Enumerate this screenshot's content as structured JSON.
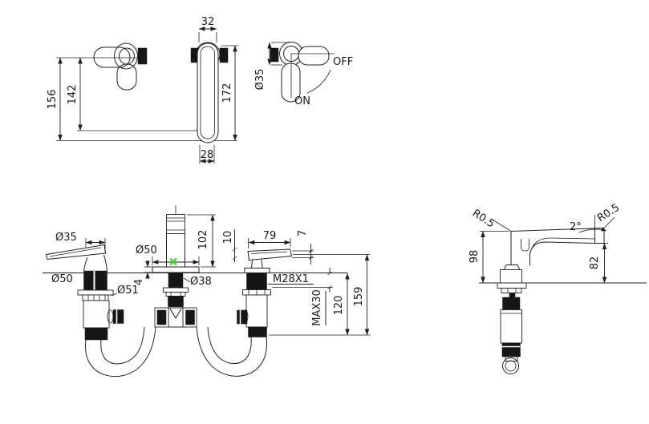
{
  "colors": {
    "line": "#1f1f1f",
    "background": "#ffffff"
  },
  "annotations": {
    "marker_color": "#3ed33e",
    "marker_shape": "x-mark"
  },
  "views": {
    "handle_front": {
      "dim_height_total": "156",
      "dim_height_inner": "142"
    },
    "handle_side": {
      "dim_width_top": "32",
      "dim_height": "172",
      "dim_width_bottom": "28"
    },
    "handle_rotation": {
      "dim_diameter": "Ø35",
      "label_off": "OFF",
      "label_on": "ON"
    },
    "mixer_front": {
      "dim_handle_diameter": "Ø35",
      "dim_handle_body_diameter": "Ø50",
      "dim_plate_diameter": "Ø50",
      "dim_flange_diameter": "Ø51",
      "dim_shank_diameter": "Ø38",
      "dim_plate_thickness": "4",
      "dim_spout_height": "102",
      "dim_lever_height_rear": "10",
      "dim_lever_length": "79",
      "dim_lever_height_tip": "7",
      "label_thread": "M28X1",
      "dim_max_deck": "MAX30",
      "dim_height_120": "120",
      "dim_height_159": "159"
    },
    "spout_side": {
      "dim_radius_left": "R0.5",
      "dim_angle": "2°",
      "dim_radius_right": "R0.5",
      "dim_height_98": "98",
      "dim_height_82": "82"
    }
  }
}
